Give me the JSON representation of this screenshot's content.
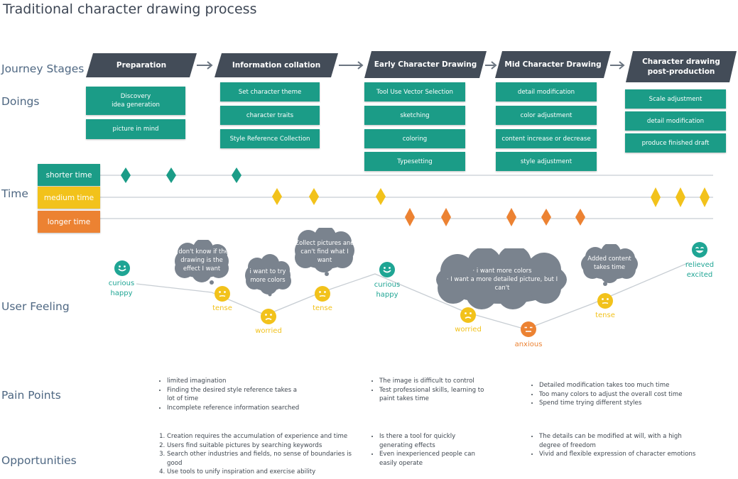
{
  "title": "Traditional character drawing process",
  "row_labels": {
    "journey": "Journey Stages",
    "doings": "Doings",
    "time": "Time",
    "feeling": "User Feeling",
    "pain": "Pain Points",
    "opps": "Opportunities"
  },
  "stages": [
    "Preparation",
    "Information collation",
    "Early Character Drawing",
    "Mid Character Drawing",
    "Character drawing post-production"
  ],
  "doings": {
    "preparation": [
      "Discovery\nidea generation",
      "picture in mind"
    ],
    "collation": [
      "Set character theme",
      "character traits",
      "Style Reference Collection"
    ],
    "early": [
      "Tool Use Vector Selection",
      "sketching",
      "coloring",
      "Typesetting"
    ],
    "mid": [
      "detail modification",
      "color adjustment",
      "content increase or decrease",
      "style adjustment"
    ],
    "post": [
      "Scale adjustment",
      "detail modification",
      "produce finished draft"
    ]
  },
  "time": {
    "levels": [
      "shorter time",
      "medium time",
      "longer time"
    ],
    "colors": {
      "shorter": "#1b9c87",
      "medium": "#f2c21b",
      "longer": "#ec8232"
    }
  },
  "feelings": [
    {
      "label": "curious\nhappy",
      "mood": "happy",
      "color": "#1fa594"
    },
    {
      "label": "tense",
      "mood": "neutral",
      "color": "#f2c21b"
    },
    {
      "label": "worried",
      "mood": "sad",
      "color": "#f2c21b"
    },
    {
      "label": "tense",
      "mood": "neutral",
      "color": "#f2c21b"
    },
    {
      "label": "curious\nhappy",
      "mood": "happy",
      "color": "#1fa594"
    },
    {
      "label": "worried",
      "mood": "sad",
      "color": "#f2c21b"
    },
    {
      "label": "anxious",
      "mood": "anxious",
      "color": "#ec8232"
    },
    {
      "label": "tense",
      "mood": "neutral",
      "color": "#f2c21b"
    },
    {
      "label": "relieved\nexcited",
      "mood": "excited",
      "color": "#1fa594"
    }
  ],
  "thoughts": [
    "I don't know if the drawing is the effect I want",
    "i want to try more colors",
    "Collect pictures and can't find what I want",
    "· i want more colors\n· I want a more detailed picture, but I can't",
    "Added content takes time"
  ],
  "pain_points": {
    "col1": [
      "limited imagination",
      "Finding the desired style reference takes a lot of time",
      "Incomplete reference information searched"
    ],
    "col2": [
      "The image is difficult to control",
      "Test professional skills, learning to paint takes time"
    ],
    "col3": [
      "Detailed modification takes too much time",
      "Too many colors to adjust the overall cost time",
      "Spend time trying different styles"
    ]
  },
  "opportunities": {
    "col1": [
      "Creation requires the accumulation of experience and time",
      "Users find suitable pictures by searching keywords",
      "Search other industries and fields, no sense of boundaries is good",
      "Use tools to unify inspiration and exercise ability"
    ],
    "col2": [
      "Is there a tool for quickly generating effects",
      "Even inexperienced people can easily operate"
    ],
    "col3": [
      "The details can be modified at will, with a high degree of freedom",
      "Vivid and flexible expression of character emotions"
    ]
  },
  "colors": {
    "stage": "#434c58",
    "teal": "#1b9c87",
    "cloud": "#7a838e",
    "line": "#c7cdd3",
    "text": "#4e6782"
  }
}
